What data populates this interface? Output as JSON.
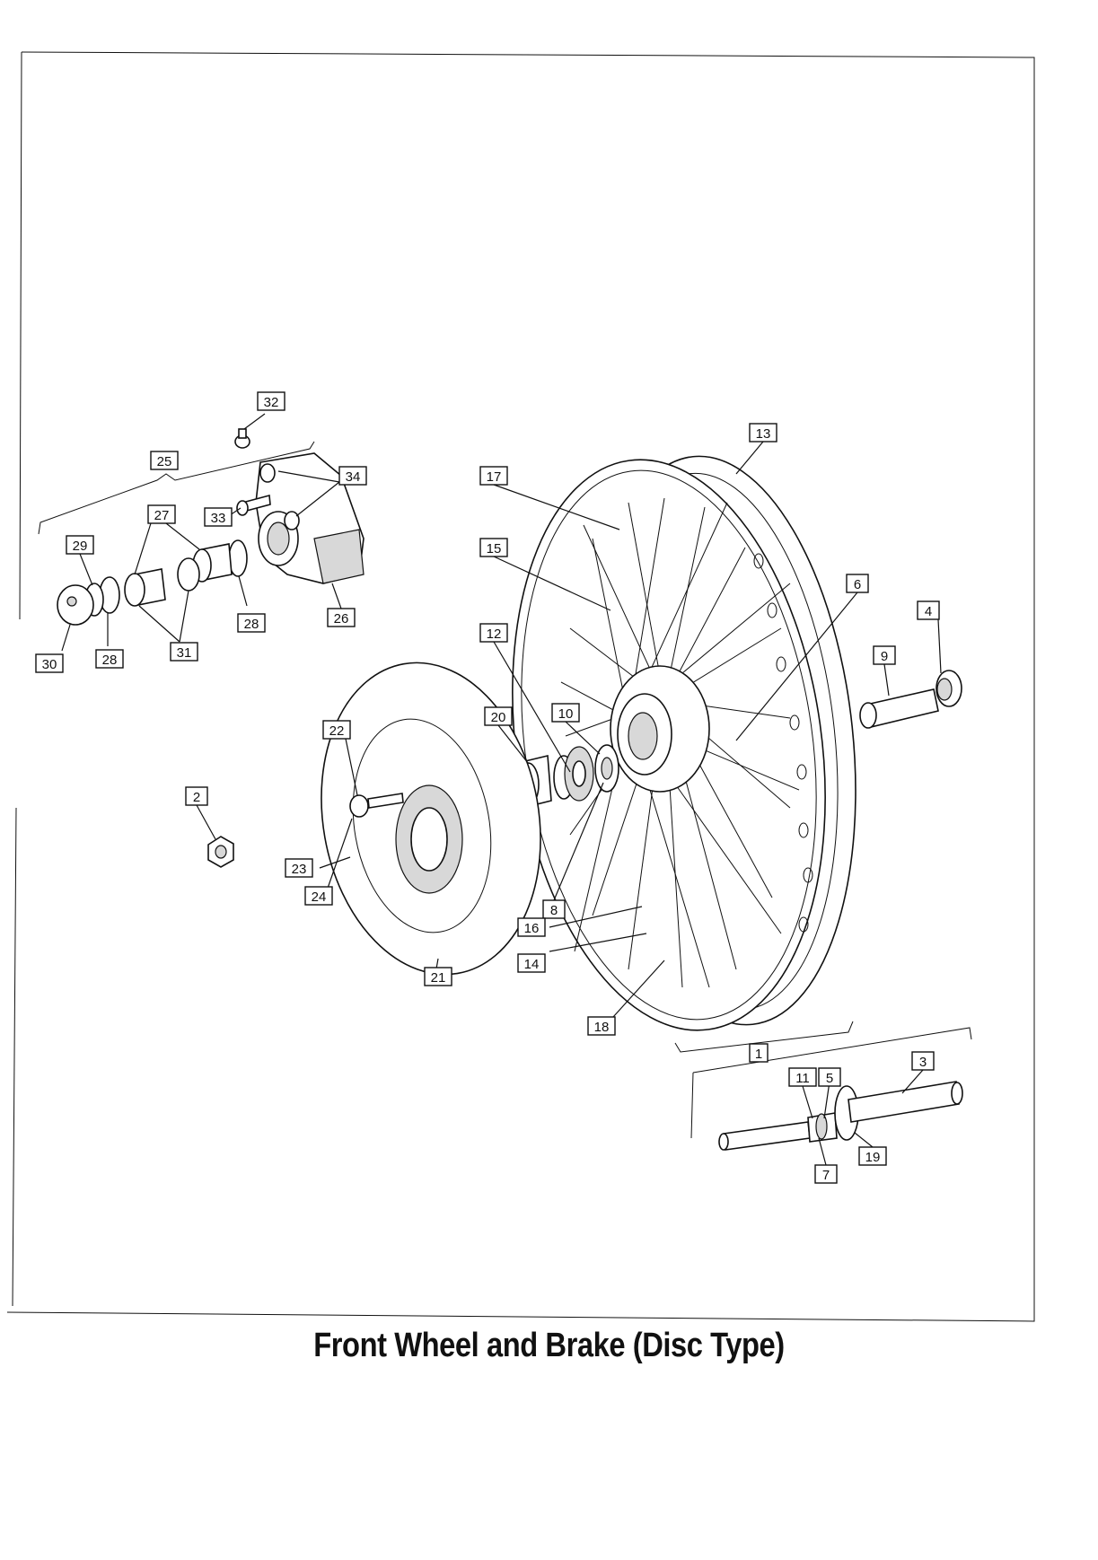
{
  "caption": "Front Wheel and Brake (Disc Type)",
  "callouts": [
    "1",
    "2",
    "3",
    "4",
    "5",
    "6",
    "7",
    "8",
    "9",
    "10",
    "11",
    "12",
    "13",
    "14",
    "15",
    "16",
    "17",
    "18",
    "19",
    "20",
    "21",
    "22",
    "23",
    "24",
    "25",
    "26",
    "27",
    "28",
    "28",
    "29",
    "30",
    "31",
    "32",
    "33",
    "34"
  ]
}
